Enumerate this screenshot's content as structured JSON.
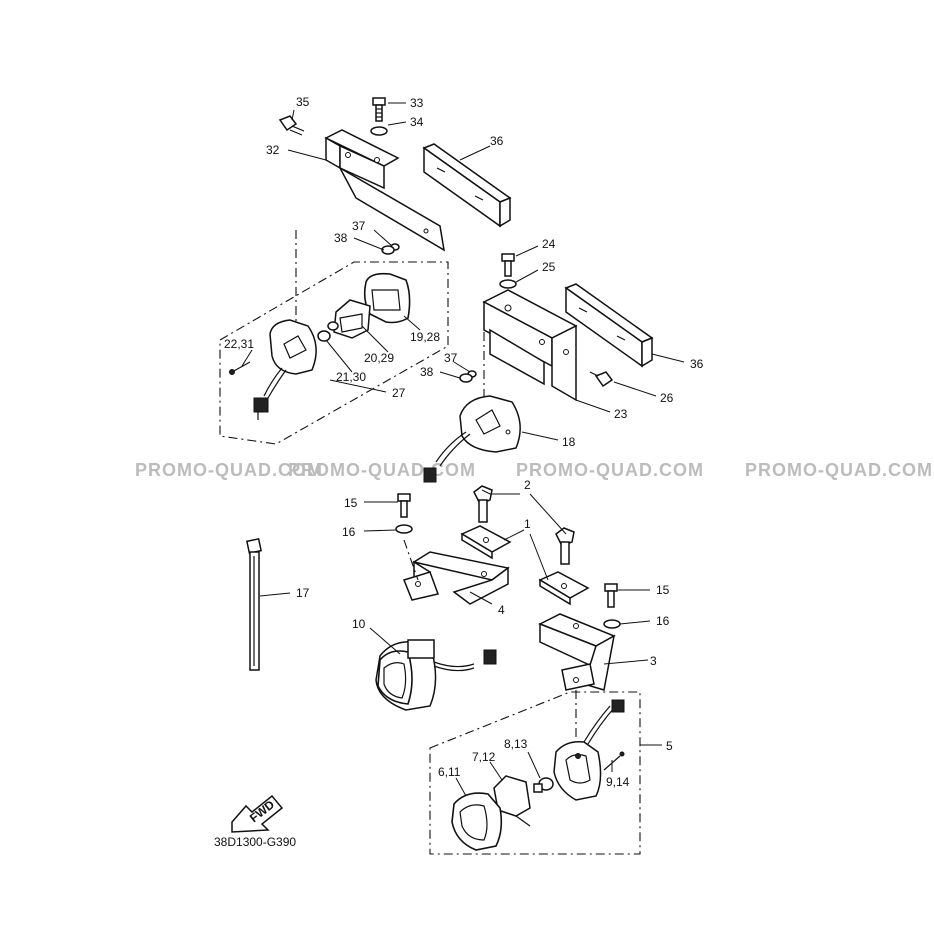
{
  "diagram": {
    "code": "38D1300-G390",
    "fwd_label": "FWD",
    "watermarks": [
      "PROMO-QUAD.COM",
      "PROMO-QUAD.COM",
      "PROMO-QUAD.COM",
      "PROMO-QUAD.COM"
    ],
    "labels": {
      "l1": "1",
      "l2": "2",
      "l3": "3",
      "l4": "4",
      "l5": "5",
      "l6_11": "6,11",
      "l7_12": "7,12",
      "l8_13": "8,13",
      "l9_14": "9,14",
      "l10": "10",
      "l15a": "15",
      "l15b": "15",
      "l16a": "16",
      "l16b": "16",
      "l17": "17",
      "l18": "18",
      "l19_28": "19,28",
      "l20_29": "20,29",
      "l21_30": "21,30",
      "l22_31": "22,31",
      "l23": "23",
      "l24": "24",
      "l25": "25",
      "l26": "26",
      "l27": "27",
      "l32": "32",
      "l33": "33",
      "l34": "34",
      "l35": "35",
      "l36a": "36",
      "l36b": "36",
      "l37a": "37",
      "l37b": "37",
      "l38a": "38",
      "l38b": "38"
    }
  }
}
